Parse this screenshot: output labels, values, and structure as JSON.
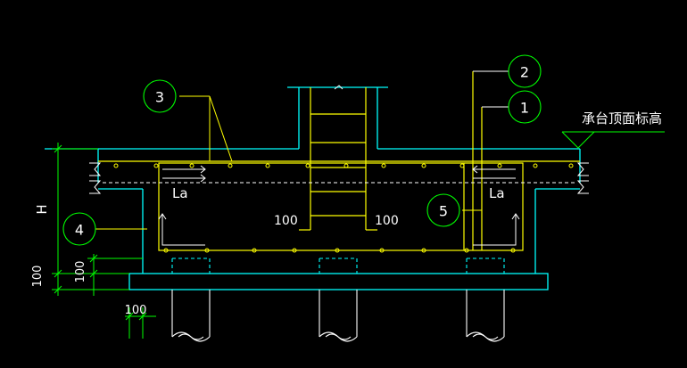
{
  "drawing": {
    "callouts": {
      "c1": "1",
      "c2": "2",
      "c3": "3",
      "c4": "4",
      "c5": "5"
    },
    "elevation_label": "承台顶面标高",
    "height_label": "H",
    "la_left": "La",
    "la_right": "La",
    "dim_100_left": "100",
    "dim_100_right": "100",
    "dim_100_v1": "100",
    "dim_100_v2": "100",
    "dim_100_bottom": "100"
  },
  "colors": {
    "background": "#000000",
    "concrete": "#00ffff",
    "rebar": "#ffff00",
    "dimension": "#00ff00",
    "text": "#ffffff",
    "leader": "#ffff00"
  }
}
